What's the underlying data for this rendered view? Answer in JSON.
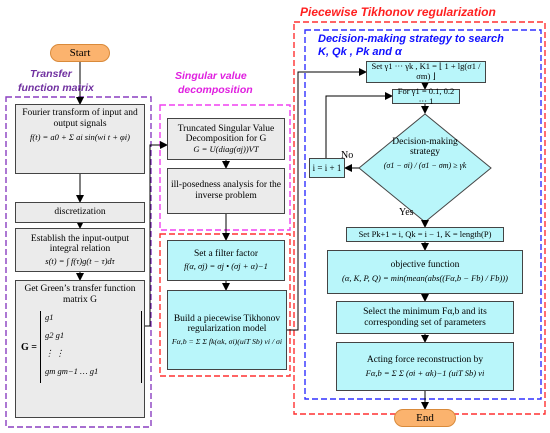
{
  "colors": {
    "start_fill": "#fbb36e",
    "gray_box": "#ebebeb",
    "cyan_box": "#b9f6fa",
    "label_purple": "#7030a0",
    "label_magenta": "#e020e0",
    "label_red": "#ff2020",
    "label_blue": "#1010ff",
    "dash_purple": "#8a3fc0",
    "dash_magenta": "#f040f0",
    "dash_red": "#ff3030",
    "dash_blue": "#3030ff"
  },
  "sections": {
    "transfer_line1": "Transfer",
    "transfer_line2": "function  matrix",
    "svd_line1": "Singular value",
    "svd_line2": "decomposition",
    "tikhonov": "Piecewise Tikhonov regularization",
    "strategy_line1": "Decision-making strategy to search",
    "strategy_line2": "K, Qk , Pk  and  α"
  },
  "nodes": {
    "start": "Start",
    "end": "End",
    "fourier": "Fourier transform of input and output signals",
    "fourier_eq": "f(t) = a0 + Σ ai sin(wi t + φi)",
    "discretization": "discretization",
    "integral_title": "Establish the input-output integral relation",
    "integral_eq": "s(t) = ∫ f(τ)g(t − τ)dτ",
    "greens_title": "Get Green’s transfer function matrix G",
    "greens_matrix_label": "G =",
    "matrix_rows": [
      "g1",
      "g2   g1",
      "⋮      ⋮",
      "gm   gm−1  …  g1"
    ],
    "tsvd_title": "Truncated Singular Value Decomposition for G",
    "tsvd_eq": "G = U(diag(σj))VT",
    "illposed": "ill-posedness analysis for the inverse problem",
    "filter_title": "Set a filter factor",
    "filter_eq": "f(α, σj) = σj • (σj + α)−1",
    "build_title": "Build a piecewise Tikhonov regularization model",
    "build_eq": "Fα,b = Σ Σ fk(αk, σi)(uiT Sb) vi / σi",
    "gamma_set": "Set γ1 ··· γk ,  K1 = ⌊ 1 + lg(σ1 / σm) ⌋",
    "gamma_loop": "For γ1 = 0.1, 0.2 ··· 1",
    "decision_line1": "Decision-making",
    "decision_line2": "strategy",
    "decision_eq": "(σ1 − σi) / (σ1 − σm) ≥ γk",
    "no": "No",
    "yes": "Yes",
    "increment": "i = i + 1",
    "set_p": "Set Pk+1 = i,  Qk = i − 1,  K = length(P)",
    "objective_title": "objective function",
    "objective_eq": "(α, K, P, Q) = min(mean(abs((Fα,b − Fb) / Fb)))",
    "select_title": "Select the minimum  Fα,b  and its corresponding set of parameters",
    "acting_title": "Acting force reconstruction by",
    "acting_eq": "Fα,b = Σ Σ (σi + αk)−1 (uiT Sb) vi"
  }
}
